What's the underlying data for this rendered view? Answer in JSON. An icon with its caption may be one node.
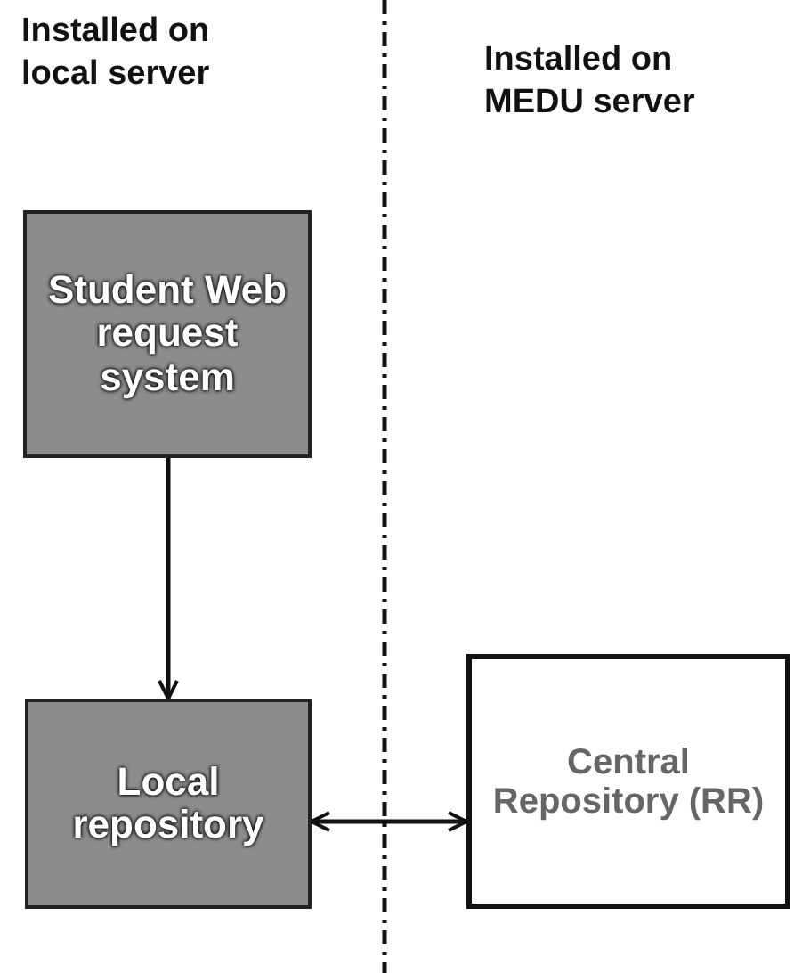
{
  "diagram": {
    "nodes": [
      {
        "text": [
          "Student Web request system"
        ]
      },
      {
        "text": [
          "Local repository"
        ]
      },
      {
        "text": [
          "Central Repository (RR)"
        ]
      }
    ],
    "edges": [
      {
        "from": 0,
        "to": 1,
        "arrow": "to"
      },
      {
        "from": 1,
        "to": 2,
        "arrow": "both"
      }
    ],
    "labels": [
      "Installed on local server",
      "Installed on MEDU server"
    ]
  }
}
